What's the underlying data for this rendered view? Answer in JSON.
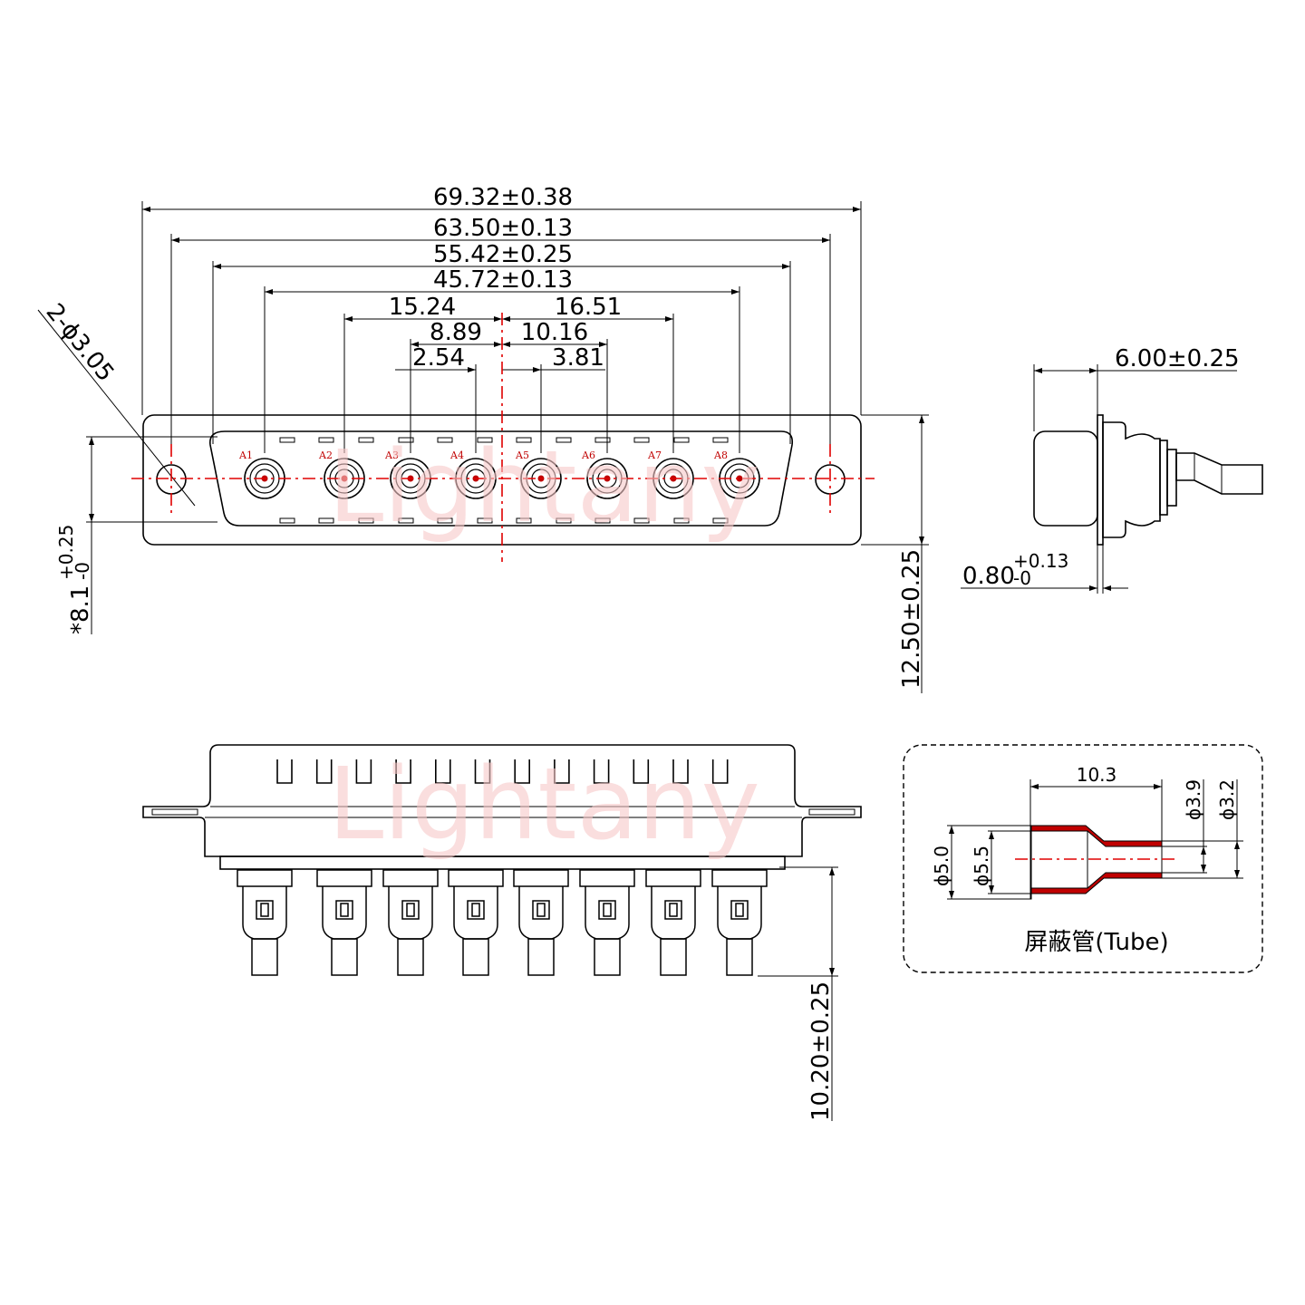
{
  "watermark": "Lightany",
  "pins": [
    "A1",
    "A2",
    "A3",
    "A4",
    "A5",
    "A6",
    "A7",
    "A8"
  ],
  "dims": {
    "overall": "69.32±0.38",
    "mount": "63.50±0.13",
    "shell": "55.42±0.25",
    "pin_span": "45.72±0.13",
    "left_outer": "15.24",
    "right_outer": "16.51",
    "left_mid": "8.89",
    "right_mid": "10.16",
    "left_inner": "2.54",
    "right_inner": "3.81",
    "holes": "2-ϕ3.05",
    "height": "12.50±0.25",
    "shell_h": "*8.1",
    "shell_h_tol_up": "+0.25",
    "shell_h_tol_dn": "-0",
    "depth": "6.00±0.25",
    "flange": "0.80",
    "flange_tol_up": "+0.13",
    "flange_tol_dn": "-0",
    "pin_len": "10.20±0.25"
  },
  "tube": {
    "caption": "屏蔽管(Tube)",
    "length": "10.3",
    "d_outer_big": "ϕ5.0",
    "d_inner_big": "ϕ5.5",
    "d_outer_small": "ϕ3.9",
    "d_inner_small": "ϕ3.2"
  }
}
